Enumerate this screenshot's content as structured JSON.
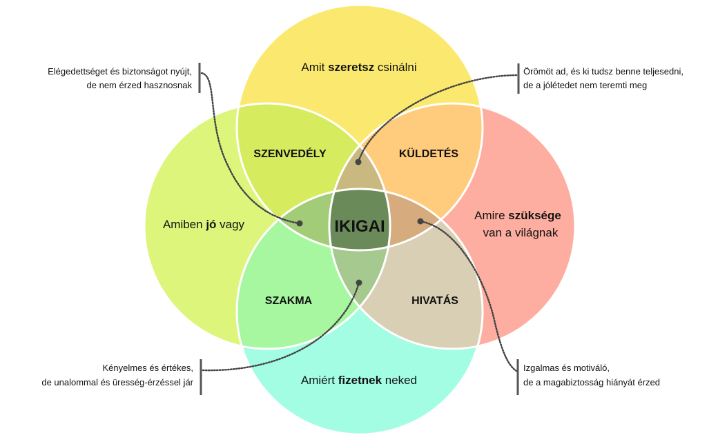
{
  "center": {
    "label": "IKIGAI"
  },
  "circles": {
    "love": {
      "prefix": "Amit ",
      "bold": "szeretsz",
      "suffix": " csinálni",
      "color": "#fbe96f"
    },
    "good_at": {
      "prefix": "Amiben ",
      "bold": "jó",
      "suffix": " vagy",
      "color": "#ddf57a"
    },
    "world_needs": {
      "line1_prefix": "Amire ",
      "line1_bold": "szüksége",
      "line2": "van a világnak",
      "color": "#fdaea0"
    },
    "paid_for": {
      "prefix": "Amiért ",
      "bold": "fizetnek",
      "suffix": " neked",
      "color": "#a3fde3"
    }
  },
  "zones": {
    "passion": "SZENVEDÉLY",
    "mission": "KÜLDETÉS",
    "profession": "SZAKMA",
    "vocation": "HIVATÁS"
  },
  "notes": {
    "top_left": [
      "Elégedettséget és biztonságot nyújt,",
      "de nem érzed hasznosnak"
    ],
    "top_right": [
      "Örömöt ad, és ki tudsz benne teljesedni,",
      "de a jólétedet nem teremti meg"
    ],
    "bottom_left": [
      "Kényelmes és értékes,",
      "de unalommal és üresség-érzéssel jár"
    ],
    "bottom_right": [
      "Izgalmas és motiváló,",
      "de a magabiztosság hiányát érzed"
    ]
  }
}
